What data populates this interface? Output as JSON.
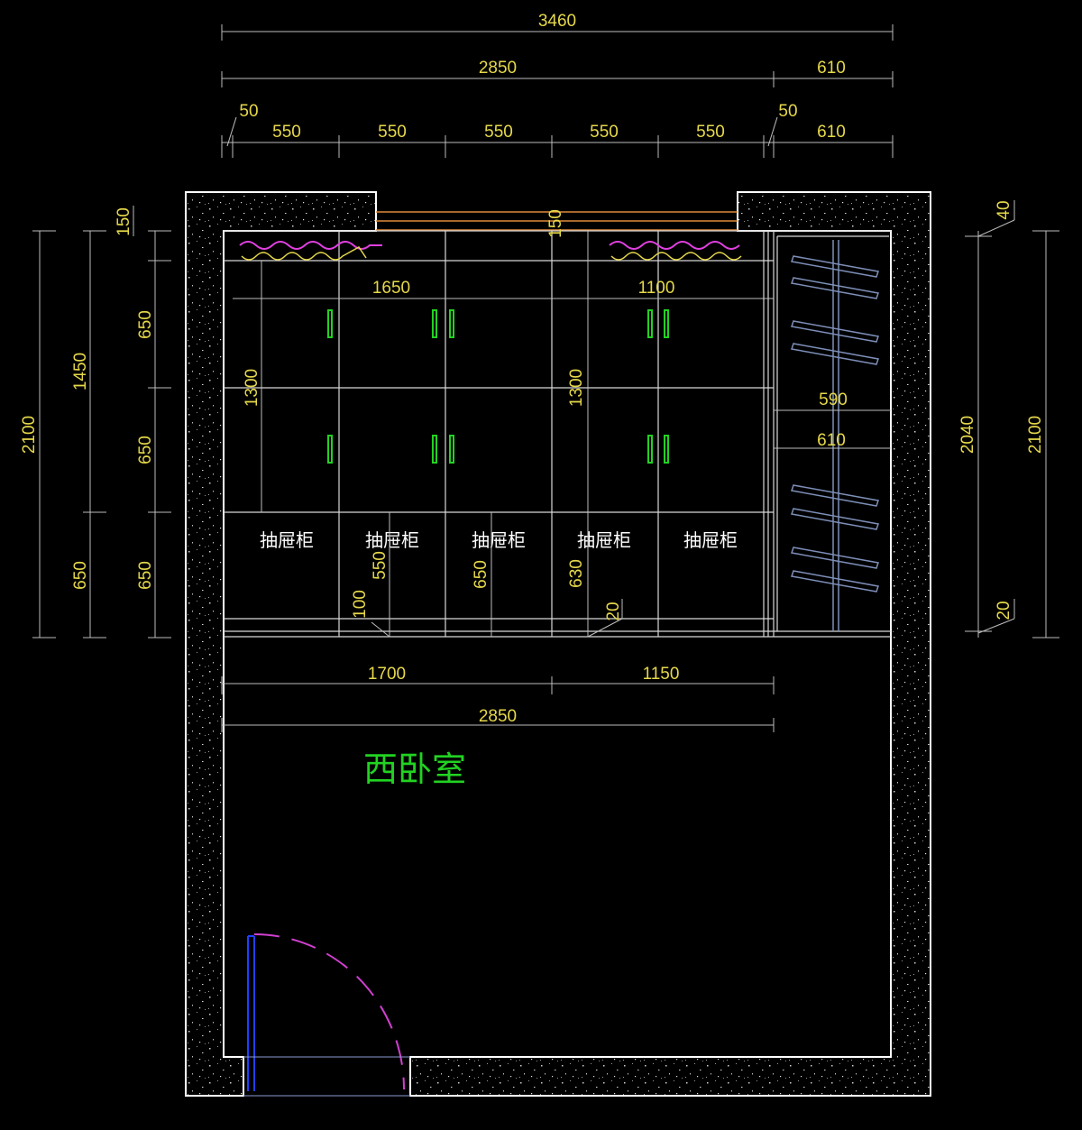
{
  "drawing": {
    "room_name": "西卧室",
    "drawer_label": "抽屉柜",
    "top_dimensions": {
      "overall": "3460",
      "row2": [
        "2850",
        "610"
      ],
      "row3": [
        "50",
        "550",
        "550",
        "550",
        "550",
        "550",
        "50",
        "610"
      ]
    },
    "left_dimensions": {
      "overall": "2100",
      "mid": [
        "1450",
        "650"
      ],
      "inner": [
        "150",
        "650",
        "650",
        "650"
      ]
    },
    "right_dimensions": {
      "overall": "2100",
      "inner": "2040",
      "top_gap": "40",
      "bottom_gap": "20",
      "wardrobe_depth_1": "590",
      "wardrobe_depth_2": "610"
    },
    "cabinet_dimensions": {
      "left_span": "1650",
      "right_span": "1100",
      "left_height": "1300",
      "right_height": "1300",
      "top_small": "150",
      "drawer_550": "550",
      "drawer_650": "650",
      "drawer_630": "630",
      "plinth_100": "100",
      "plinth_20": "20"
    },
    "bottom_dimensions": {
      "row1": [
        "1700",
        "1150"
      ],
      "row2": "2850"
    },
    "colors": {
      "background": "#000000",
      "wall": "#ffffff",
      "dimension_text": "#e6d84a",
      "room_label": "#22d222",
      "handle": "#22d222",
      "curtain": "#e040e0",
      "window_lines": "#e08a3a",
      "hanger": "#7d8fb8",
      "door_arc": "#d040d0",
      "door_leaf": "#2040ff"
    }
  }
}
